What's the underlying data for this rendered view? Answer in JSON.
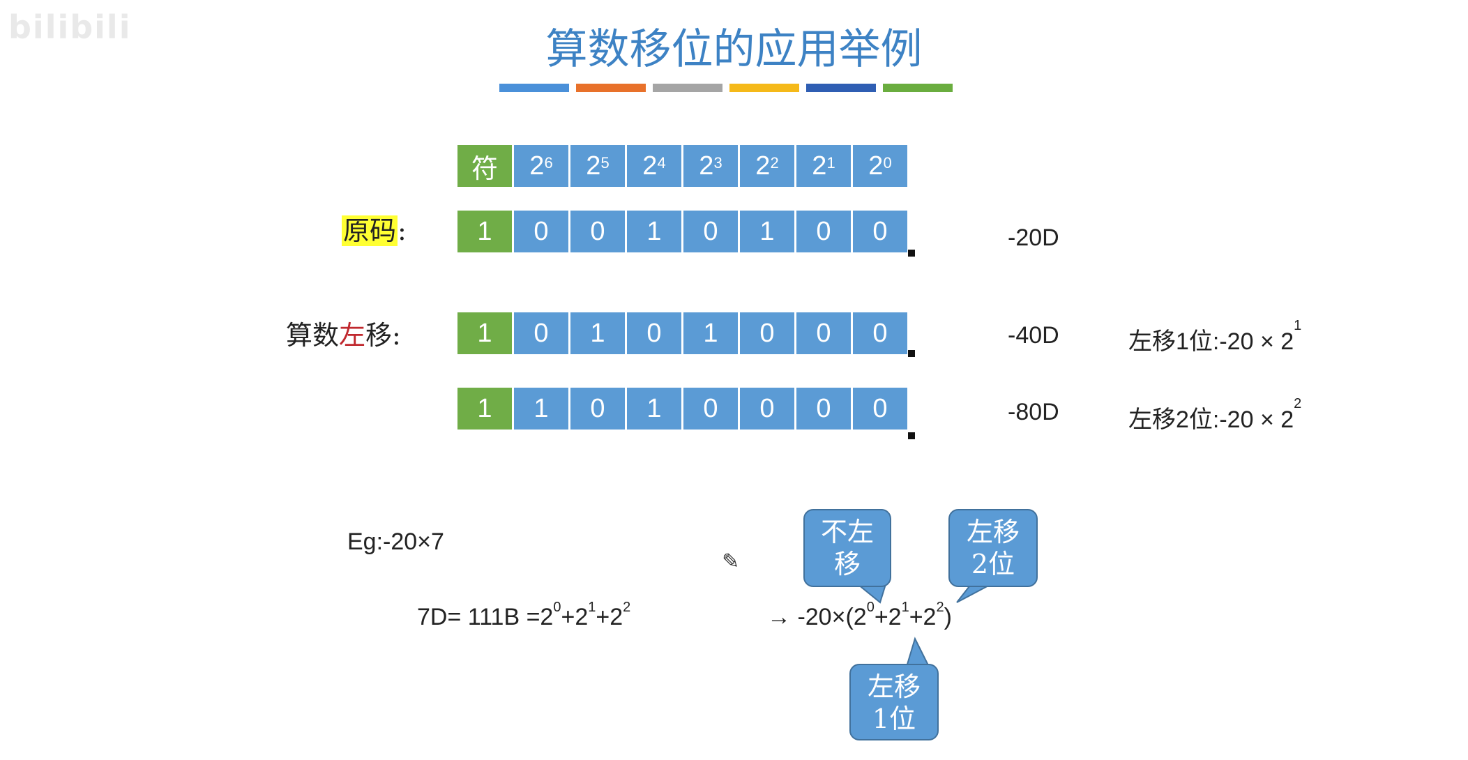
{
  "watermark": "bilibili",
  "title": "算数移位的应用举例",
  "stripe_colors": [
    "#4a90d9",
    "#e8712a",
    "#a5a5a5",
    "#f5b919",
    "#2f5eb3",
    "#6aad3f"
  ],
  "header": [
    {
      "base": "符",
      "exp": ""
    },
    {
      "base": "2",
      "exp": "6"
    },
    {
      "base": "2",
      "exp": "5"
    },
    {
      "base": "2",
      "exp": "4"
    },
    {
      "base": "2",
      "exp": "3"
    },
    {
      "base": "2",
      "exp": "2"
    },
    {
      "base": "2",
      "exp": "1"
    },
    {
      "base": "2",
      "exp": "0"
    }
  ],
  "original": {
    "label": "原码",
    "colon": ":",
    "bits": [
      "1",
      "0",
      "0",
      "1",
      "0",
      "1",
      "0",
      "0"
    ],
    "decimal": "-20D"
  },
  "shift1": {
    "label_prefix": "算数",
    "label_highlight": "左",
    "label_suffix": "移",
    "colon": ":",
    "bits": [
      "1",
      "0",
      "1",
      "0",
      "1",
      "0",
      "0",
      "0"
    ],
    "decimal": "-40D",
    "note_prefix": "左移1位:-20 × 2",
    "note_exp": "1"
  },
  "shift2": {
    "bits": [
      "1",
      "1",
      "0",
      "1",
      "0",
      "0",
      "0",
      "0"
    ],
    "decimal": "-80D",
    "note_prefix": "左移2位:-20 × 2",
    "note_exp": "2"
  },
  "example": {
    "eg": "Eg:-20×7",
    "line_a": "7D= 111B =2",
    "exp_a1": "0",
    "plus1": "+2",
    "exp_a2": "1",
    "plus2": "+2",
    "exp_a3": "2",
    "arrow_prefix": "→ -20×(2",
    "exp_b1": "0",
    "plus3": "+2",
    "exp_b2": "1",
    "plus4": "+2",
    "exp_b3": "2",
    "close": ")"
  },
  "callouts": {
    "no_shift": {
      "line1": "不左",
      "line2": "移"
    },
    "shift_two": {
      "line1": "左移",
      "line2": "2位"
    },
    "shift_one": {
      "line1": "左移",
      "line2": "1位"
    }
  }
}
